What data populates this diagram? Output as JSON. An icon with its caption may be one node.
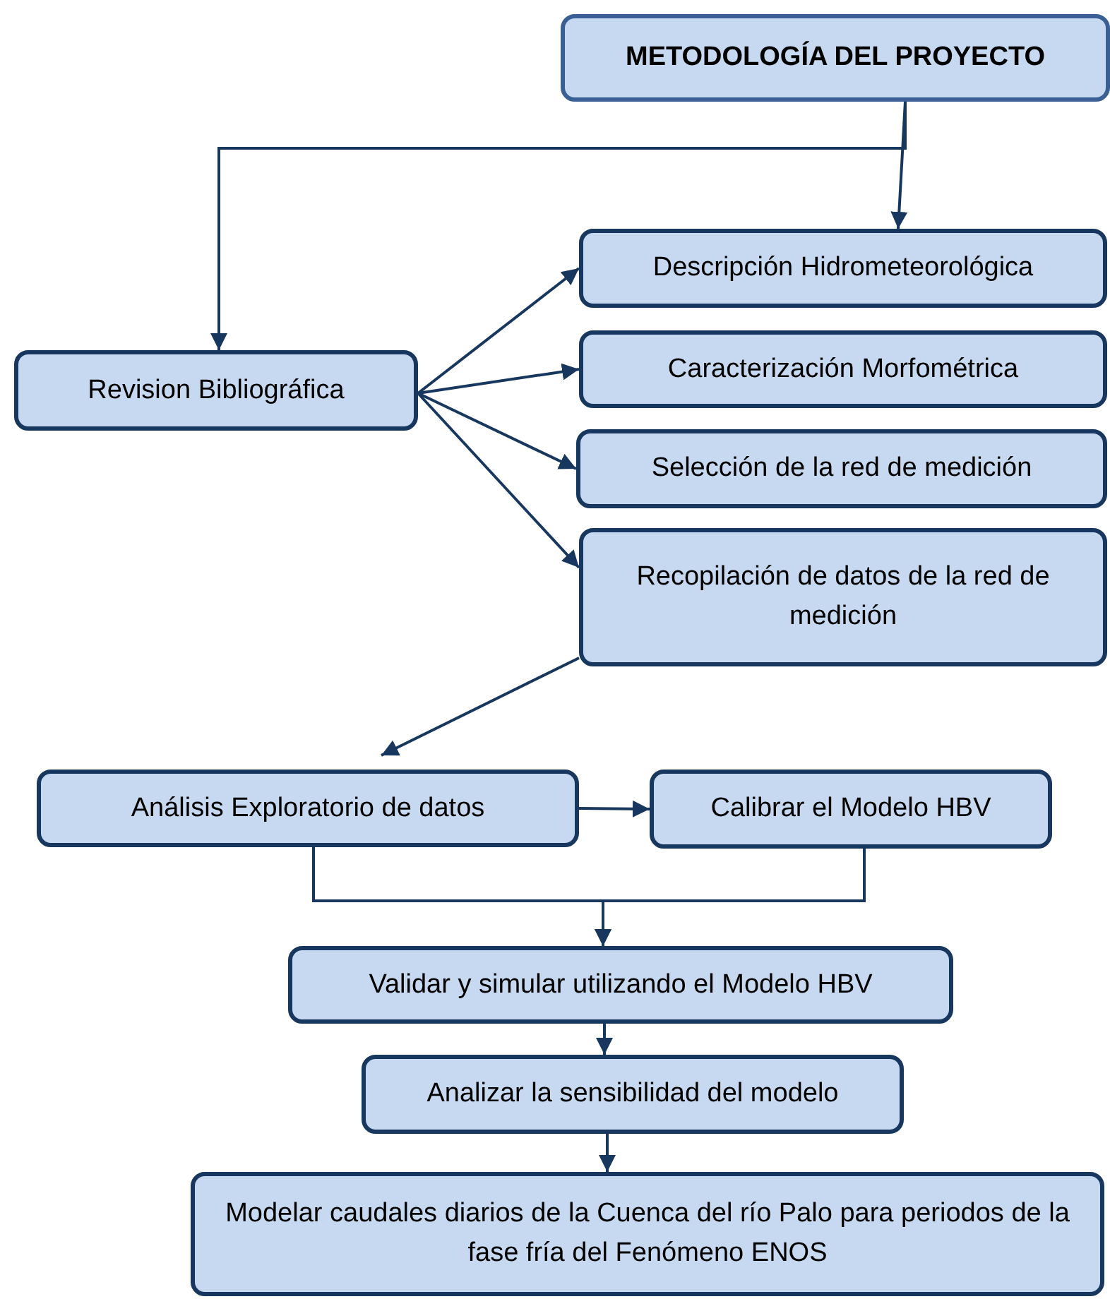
{
  "diagram": {
    "nodes": [
      {
        "text": [
          "METODOLOGÍA DEL PROYECTO"
        ]
      },
      {
        "text": [
          "Descripción Hidrometeorológica"
        ]
      },
      {
        "text": [
          "Caracterización Morfométrica"
        ]
      },
      {
        "text": [
          "Selección de la red de medición"
        ]
      },
      {
        "text": [
          "Recopilación de datos de la red de medición"
        ]
      },
      {
        "text": [
          "Revision Bibliográfica"
        ]
      },
      {
        "text": [
          "Análisis Exploratorio de datos"
        ]
      },
      {
        "text": [
          "Calibrar el Modelo HBV"
        ]
      },
      {
        "text": [
          "Validar y simular utilizando el Modelo HBV"
        ]
      },
      {
        "text": [
          "Analizar la sensibilidad del modelo"
        ]
      },
      {
        "text": [
          "Modelar caudales diarios de la Cuenca del río Palo para periodos de la fase fría del Fenómeno ENOS"
        ]
      }
    ],
    "edges": [
      {
        "from": 0,
        "to": 1,
        "arrow": "to"
      },
      {
        "from": 0,
        "to": 5,
        "arrow": "to"
      },
      {
        "from": 5,
        "to": 1,
        "arrow": "to"
      },
      {
        "from": 5,
        "to": 2,
        "arrow": "to"
      },
      {
        "from": 5,
        "to": 3,
        "arrow": "to"
      },
      {
        "from": 5,
        "to": 4,
        "arrow": "to"
      },
      {
        "from": 4,
        "to": 6,
        "arrow": "to"
      },
      {
        "from": 6,
        "to": 7,
        "arrow": "to"
      },
      {
        "from": 6,
        "to": 8,
        "arrow": "to"
      },
      {
        "from": 7,
        "to": 8,
        "arrow": "to"
      },
      {
        "from": 8,
        "to": 9,
        "arrow": "to"
      },
      {
        "from": 9,
        "to": 10,
        "arrow": "to"
      }
    ]
  }
}
